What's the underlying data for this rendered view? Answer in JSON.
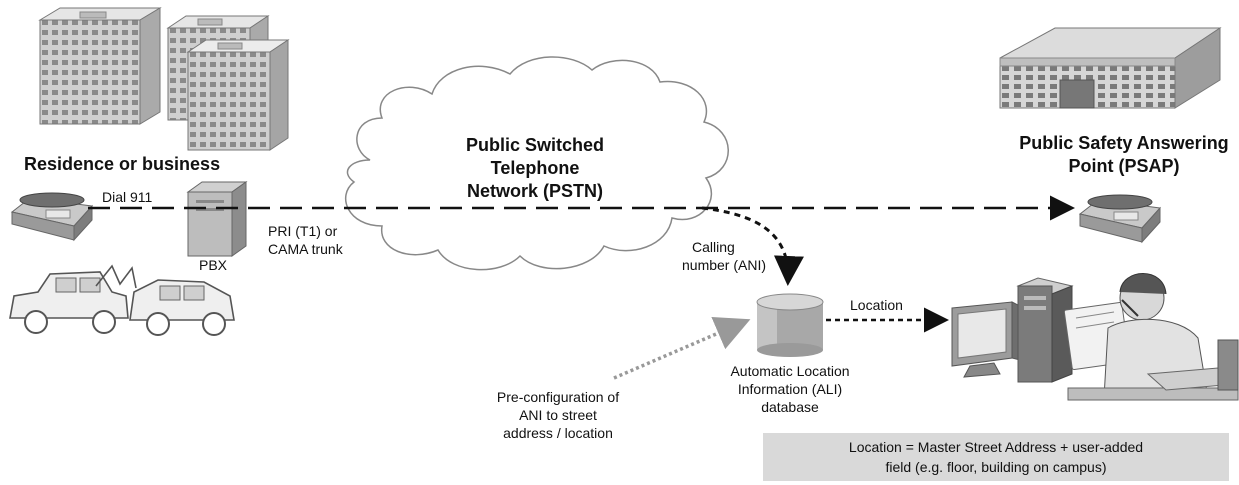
{
  "residence": {
    "title": "Residence or business"
  },
  "psap": {
    "title_line1": "Public Safety Answering",
    "title_line2": "Point (PSAP)"
  },
  "pstn": {
    "line1": "Public Switched",
    "line2": "Telephone",
    "line3": "Network (PSTN)"
  },
  "labels": {
    "dial": "Dial 911",
    "pbx": "PBX",
    "trunk_line1": "PRI (T1) or",
    "trunk_line2": "CAMA trunk",
    "calling_line1": "Calling",
    "calling_line2": "number (ANI)",
    "location": "Location",
    "ali_line1": "Automatic Location",
    "ali_line2": "Information (ALI)",
    "ali_line3": "database",
    "preconfig_line1": "Pre-configuration of",
    "preconfig_line2": "ANI to street",
    "preconfig_line3": "address / location"
  },
  "note": {
    "line1": "Location = Master Street Address + user-added",
    "line2": "field (e.g. floor, building on campus)"
  }
}
